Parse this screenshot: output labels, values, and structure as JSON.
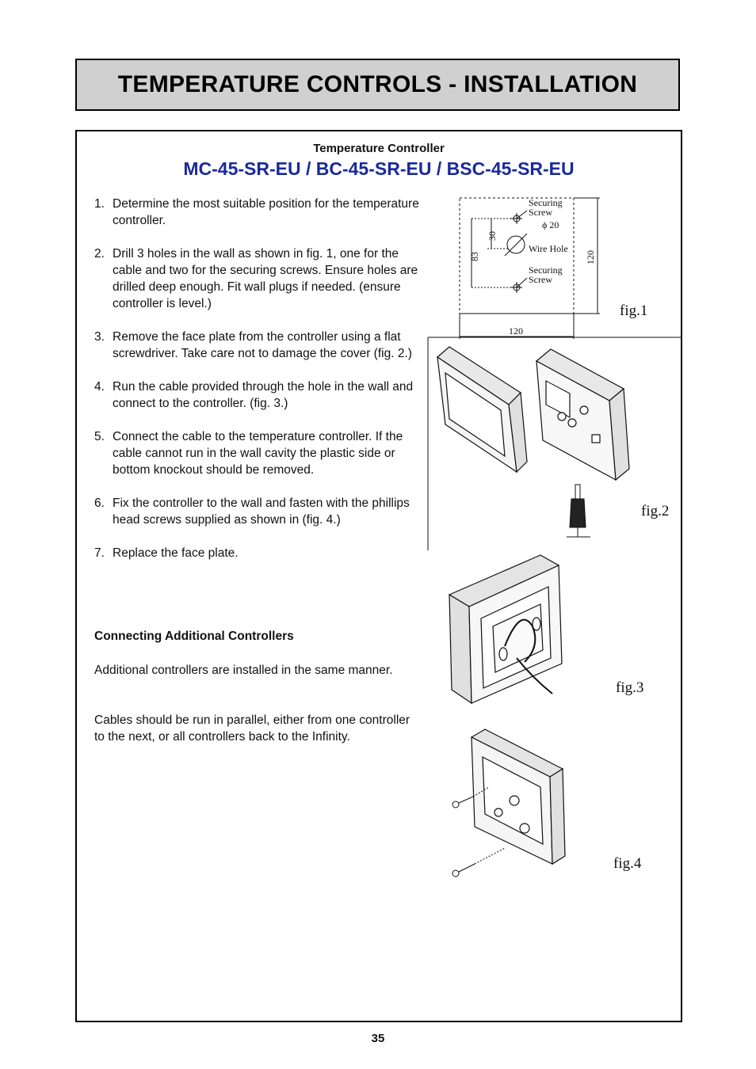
{
  "header": {
    "title": "TEMPERATURE CONTROLS - INSTALLATION"
  },
  "section": {
    "subtitle": "Temperature Controller",
    "models": "MC-45-SR-EU / BC-45-SR-EU / BSC-45-SR-EU"
  },
  "steps": [
    {
      "num": "1.",
      "text": "Determine the most suitable position for the temperature controller."
    },
    {
      "num": "2.",
      "text": "Drill 3 holes in the wall as shown in fig. 1, one for the cable and two for the securing screws. Ensure holes are drilled deep enough. Fit wall plugs if needed. (ensure controller is level.)"
    },
    {
      "num": "3.",
      "text": "Remove the face plate from the controller using a flat screwdriver.  Take care not to damage the cover (fig. 2.)"
    },
    {
      "num": "4.",
      "text": "Run the cable provided through the hole in the wall and connect to the controller. (fig. 3.)"
    },
    {
      "num": "5.",
      "text": "Connect the cable to the temperature controller.  If the cable cannot run in the wall cavity the plastic side or bottom knockout should be removed."
    },
    {
      "num": "6.",
      "text": "Fix the controller to the wall and fasten with the phillips head screws supplied as shown in (fig. 4.)"
    },
    {
      "num": "7.",
      "text": "Replace the face plate."
    }
  ],
  "additional": {
    "heading": "Connecting Additional Controllers",
    "para1": "Additional controllers are installed in the same manner.",
    "para2": "Cables should be run in parallel, either from one controller to the next, or all controllers back to the Infinity."
  },
  "figures": {
    "fig1": {
      "label": "fig.1",
      "securing_top": "Securing",
      "screw_top": "Screw",
      "phi": "ϕ 20",
      "wire_hole": "Wire Hole",
      "securing_bottom": "Securing",
      "screw_bottom": "Screw",
      "dim_30": "30",
      "dim_83": "83",
      "dim_120_v": "120",
      "dim_120_h": "120"
    },
    "fig2": {
      "label": "fig.2"
    },
    "fig3": {
      "label": "fig.3"
    },
    "fig4": {
      "label": "fig.4"
    }
  },
  "footer": {
    "page_number": "35"
  }
}
